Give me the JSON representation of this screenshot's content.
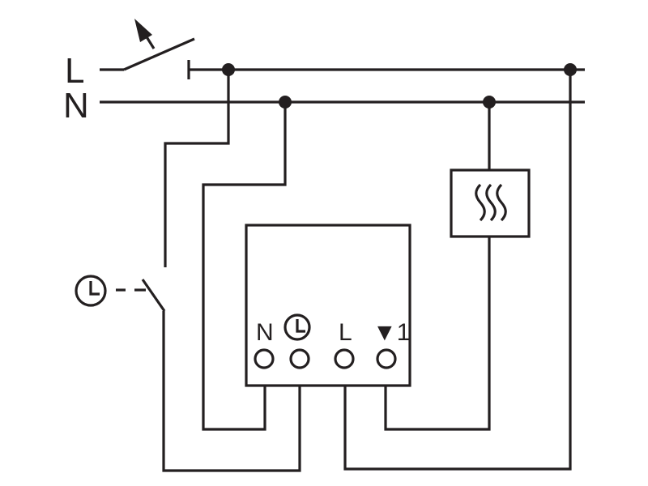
{
  "bus_labels": {
    "line": "L",
    "neutral": "N"
  },
  "terminal_labels": {
    "neutral": "N",
    "line": "L",
    "output": "▼1"
  },
  "icons": {
    "main_switch": "switch-open-arrow-icon",
    "timer": "clock-icon",
    "heater_load": "heater-waves-icon"
  },
  "colors": {
    "ink": "#231f20",
    "background": "#ffffff"
  }
}
